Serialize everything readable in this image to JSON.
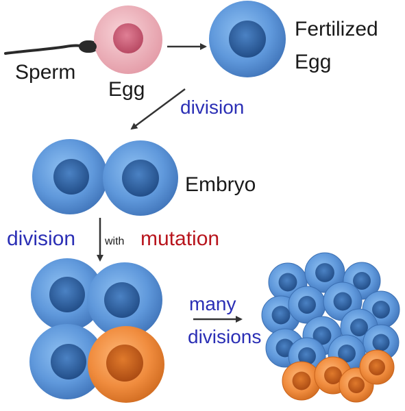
{
  "labels": {
    "sperm": "Sperm",
    "egg": "Egg",
    "fertilized_line1": "Fertilized",
    "fertilized_line2": "Egg",
    "division": "division",
    "embryo": "Embryo",
    "division2": "division",
    "with": "with",
    "mutation": "mutation",
    "many": "many",
    "divisions": "divisions"
  },
  "colors": {
    "cell_blue": "#5b93d6",
    "nucleus_blue": "#2d5f9c",
    "cell_orange": "#ef8a3c",
    "nucleus_orange": "#c2581a",
    "egg_pink": "#efb4bd",
    "egg_nucleus": "#c85a74",
    "text_black": "#1a1a1a",
    "text_blue": "#2b2fb5",
    "text_red": "#b8151d",
    "arrow": "#333333"
  }
}
